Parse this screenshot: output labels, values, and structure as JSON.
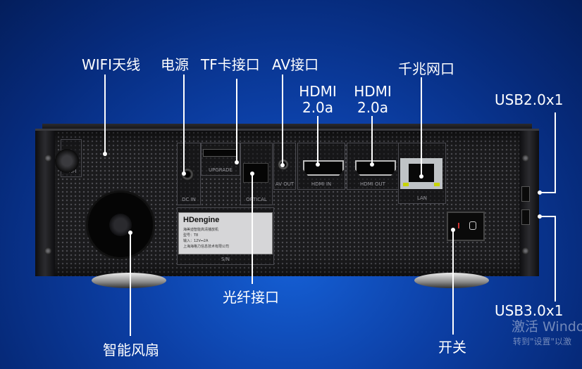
{
  "labels": {
    "wifi_antenna": "WIFI天线",
    "power": "电源",
    "tf_card": "TF卡接口",
    "av": "AV接口",
    "hdmi_in_line1": "HDMI",
    "hdmi_in_line2": "2.0a",
    "hdmi_out_line1": "HDMI",
    "hdmi_out_line2": "2.0a",
    "gigabit_lan": "千兆网口",
    "usb2": "USB2.0x1",
    "usb3": "USB3.0x1",
    "optical": "光纤接口",
    "fan": "智能风扇",
    "switch": "开关"
  },
  "device_panel": {
    "wifi": "WIFI",
    "dc_in": "DC IN",
    "upgrade": "UPGRADE",
    "optical": "OPTICAL",
    "av_out": "AV OUT",
    "hdmi_in": "HDMI IN",
    "hdmi_out": "HDMI OUT",
    "lan": "LAN",
    "sn": "S/N",
    "brand": "HDengine",
    "sticker_line1": "海美迪智能高清播放机",
    "sticker_line2": "型号：T8",
    "sticker_line3": "输入：12V⎓2A",
    "sticker_line4": "上海海格力信息技术有限公司"
  },
  "watermark": {
    "line1": "激活 Windo",
    "line2": "转到\"设置\"以激"
  },
  "colors": {
    "background": "#0c3fa5",
    "label_text": "#ffffff",
    "device_body": "#1b1b1d"
  }
}
